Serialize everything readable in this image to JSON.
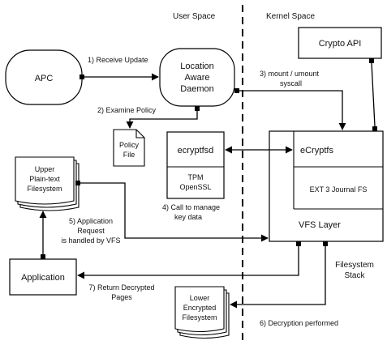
{
  "regions": {
    "user_space": "User Space",
    "kernel_space": "Kernel Space"
  },
  "nodes": {
    "apc": "APC",
    "lad_line1": "Location",
    "lad_line2": "Aware",
    "lad_line3": "Daemon",
    "crypto_api": "Crypto API",
    "policy_line1": "Policy",
    "policy_line2": "File",
    "ecryptfsd": "ecryptfsd",
    "tpm_line1": "TPM",
    "tpm_line2": "OpenSSL",
    "ecryptfs": "eCryptfs",
    "ext3": "EXT 3 Journal FS",
    "vfs": "VFS Layer",
    "stack_line1": "Filesystem",
    "stack_line2": "Stack",
    "upper_line1": "Upper",
    "upper_line2": "Plain-text",
    "upper_line3": "Filesystem",
    "application": "Application",
    "lower_line1": "Lower",
    "lower_line2": "Encrypted",
    "lower_line3": "Filesystem"
  },
  "steps": {
    "s1": "1) Receive Update",
    "s2": "2) Examine Policy",
    "s3_line1": "3) mount / umount",
    "s3_line2": "syscall",
    "s4_line1": "4) Call to manage",
    "s4_line2": "key data",
    "s5_line1": "5) Application",
    "s5_line2": "Request",
    "s5_line3": "is handled by VFS",
    "s6": "6) Decryption performed",
    "s7_line1": "7) Return Decrypted",
    "s7_line2": "Pages"
  }
}
